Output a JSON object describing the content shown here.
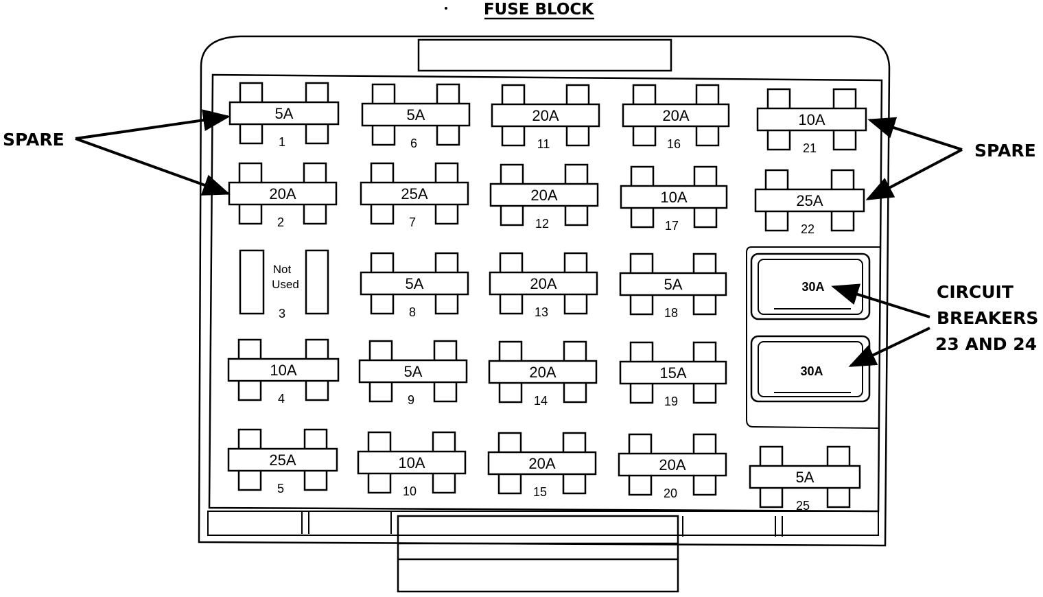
{
  "title": "FUSE BLOCK",
  "labels": {
    "spare_left": "SPARE",
    "spare_right": "SPARE",
    "cb_line1": "CIRCUIT",
    "cb_line2": "BREAKERS",
    "cb_line3": "23 AND 24"
  },
  "fuses": [
    {
      "number": "1",
      "rating": "5A"
    },
    {
      "number": "2",
      "rating": "20A"
    },
    {
      "number": "3",
      "rating": "Not Used",
      "rating_line1": "Not",
      "rating_line2": "Used"
    },
    {
      "number": "4",
      "rating": "10A"
    },
    {
      "number": "5",
      "rating": "25A"
    },
    {
      "number": "6",
      "rating": "5A"
    },
    {
      "number": "7",
      "rating": "25A"
    },
    {
      "number": "8",
      "rating": "5A"
    },
    {
      "number": "9",
      "rating": "5A"
    },
    {
      "number": "10",
      "rating": "10A"
    },
    {
      "number": "11",
      "rating": "20A"
    },
    {
      "number": "12",
      "rating": "20A"
    },
    {
      "number": "13",
      "rating": "20A"
    },
    {
      "number": "14",
      "rating": "20A"
    },
    {
      "number": "15",
      "rating": "20A"
    },
    {
      "number": "16",
      "rating": "20A"
    },
    {
      "number": "17",
      "rating": "10A"
    },
    {
      "number": "18",
      "rating": "5A"
    },
    {
      "number": "19",
      "rating": "15A"
    },
    {
      "number": "20",
      "rating": "20A"
    },
    {
      "number": "21",
      "rating": "10A"
    },
    {
      "number": "22",
      "rating": "25A"
    },
    {
      "number": "25",
      "rating": "5A"
    }
  ],
  "circuit_breakers": [
    {
      "number": "23",
      "rating": "30A"
    },
    {
      "number": "24",
      "rating": "30A"
    }
  ]
}
